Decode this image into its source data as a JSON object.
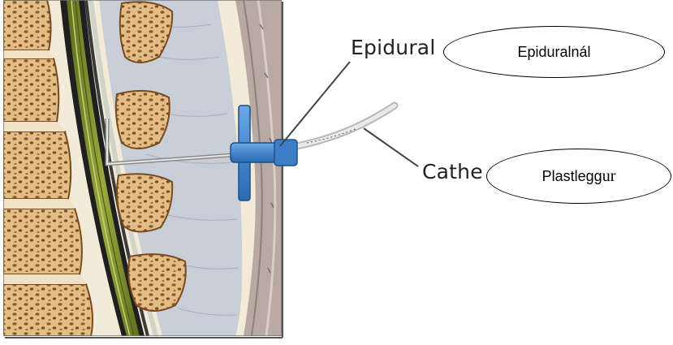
{
  "labels": {
    "epidural": "Epidural",
    "catheter_partial": "Cathe"
  },
  "callouts": {
    "epidural_translation": "Epiduralnál",
    "catheter_translation_part1": "Plastlegg",
    "catheter_translation_part2": "ur"
  },
  "colors": {
    "bone": "#d9b27a",
    "spinal_cord": "#7a8a2a",
    "dura": "#2b2b2b",
    "needle_hub": "#3d7fc7",
    "catheter": "#d8d8d8",
    "skin": "#bfb1a8"
  }
}
